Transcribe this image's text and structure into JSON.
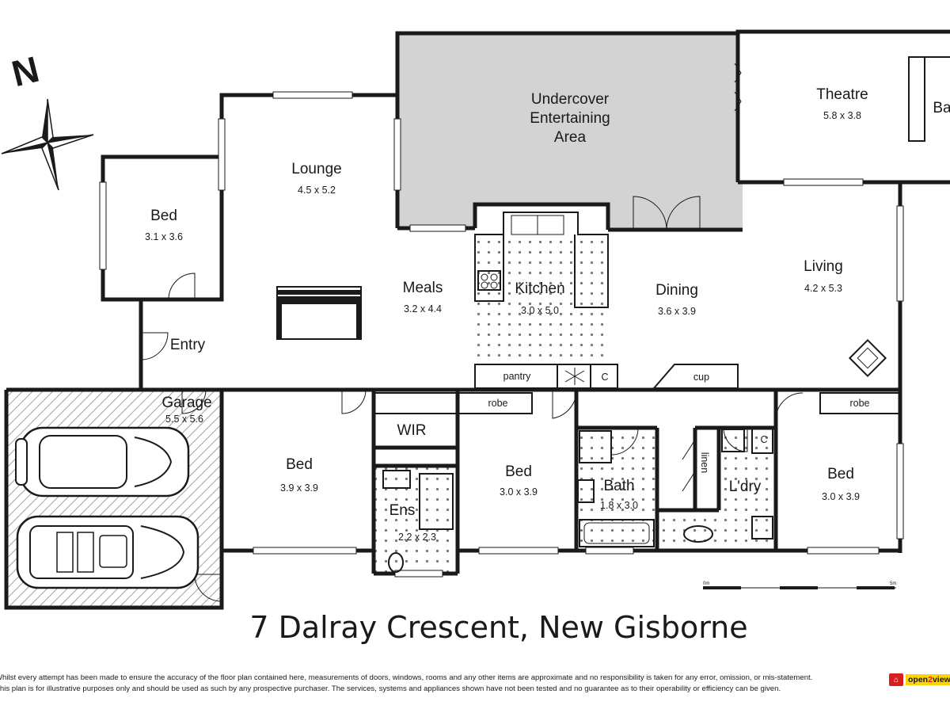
{
  "address": "7 Dalray Crescent, New Gisborne",
  "north_label": "N",
  "rooms": {
    "undercover": {
      "name_lines": [
        "Undercover",
        "Entertaining",
        "Area"
      ]
    },
    "theatre": {
      "name": "Theatre",
      "dims": "5.8 x 3.8"
    },
    "theatre_bath_partial": {
      "name": "Ba"
    },
    "lounge": {
      "name": "Lounge",
      "dims": "4.5 x 5.2"
    },
    "bed1": {
      "name": "Bed",
      "dims": "3.1 x 3.6"
    },
    "meals": {
      "name": "Meals",
      "dims": "3.2 x 4.4"
    },
    "kitchen": {
      "name": "Kitchen",
      "dims": "3.0 x 5.0"
    },
    "dining": {
      "name": "Dining",
      "dims": "3.6 x 3.9"
    },
    "living": {
      "name": "Living",
      "dims": "4.2 x 5.3"
    },
    "entry": {
      "name": "Entry"
    },
    "garage": {
      "name": "Garage",
      "dims": "5.5 x 5.6"
    },
    "bed2": {
      "name": "Bed",
      "dims": "3.9 x 3.9"
    },
    "wir": {
      "name": "WIR"
    },
    "ens": {
      "name": "Ens",
      "dims": "2.2 x 2.3"
    },
    "bed3": {
      "name": "Bed",
      "dims": "3.0 x 3.9"
    },
    "bath": {
      "name": "Bath",
      "dims": "1.8 x 3.0"
    },
    "laundry": {
      "name": "L'dry"
    },
    "bed4": {
      "name": "Bed",
      "dims": "3.0 x 3.9"
    }
  },
  "fixtures": {
    "pantry": "pantry",
    "cupboard_kitchen": "C",
    "cup": "cup",
    "robe_bed3": "robe",
    "robe_bed4": "robe",
    "linen": "linen",
    "cupboard_laundry": "C"
  },
  "scale": {
    "start": "0m",
    "end": "5m"
  },
  "disclaimer": [
    "Whilst every attempt has been made to ensure the accuracy of the floor plan contained here, measurements of doors, windows, rooms and any other items are approximate and no responsibility is taken for any error, omission, or mis-statement.",
    "This plan is for illustrative purposes only and should be used as such by any prospective purchaser. The services, systems and appliances shown have not been tested and no guarantee as to their operability or efficiency can be given."
  ],
  "brand": {
    "text_main": "open",
    "text_accent": "2",
    "text_end": "view"
  },
  "colors": {
    "wall": "#1a1a1a",
    "alfresco_fill": "#d3d3d3",
    "tile_dot": "#777777",
    "garage_hatch": "#8a8a8a",
    "logo_yellow": "#ffd400",
    "logo_red": "#d62020"
  }
}
